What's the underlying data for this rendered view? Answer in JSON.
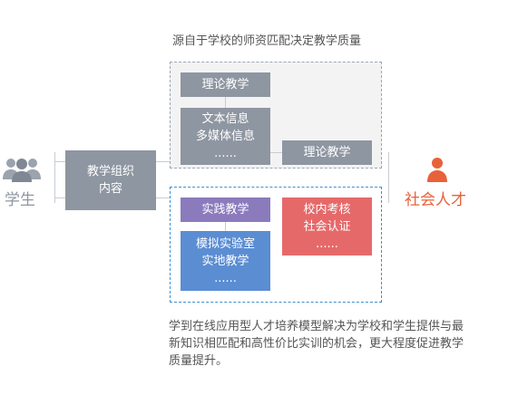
{
  "top_caption": "源自于学校的师资匹配决定教学质量",
  "bottom_caption": "学到在线应用型人才培养模型解决为学校和学生提供与最新知识相匹配和高性价比实训的机会，更大程度促进教学质量提升。",
  "student": {
    "label": "学生"
  },
  "talent": {
    "label": "社会人才"
  },
  "center_box": {
    "line1": "教学组织",
    "line2": "内容"
  },
  "top_group": {
    "box1": "理论教学",
    "box2": {
      "line1": "文本信息",
      "line2": "多媒体信息",
      "line3": "......"
    },
    "box3": "理论教学"
  },
  "bottom_group": {
    "practice": "实践教学",
    "sim": {
      "line1": "模拟实验室",
      "line2": "实地教学",
      "line3": "......"
    },
    "assess": {
      "line1": "校内考核",
      "line2": "社会认证",
      "line3": "......"
    }
  },
  "colors": {
    "gray": "#8e96a1",
    "purple": "#8b7bbd",
    "blue": "#5b8dd3",
    "red": "#e6696a",
    "orange": "#e8613a"
  }
}
